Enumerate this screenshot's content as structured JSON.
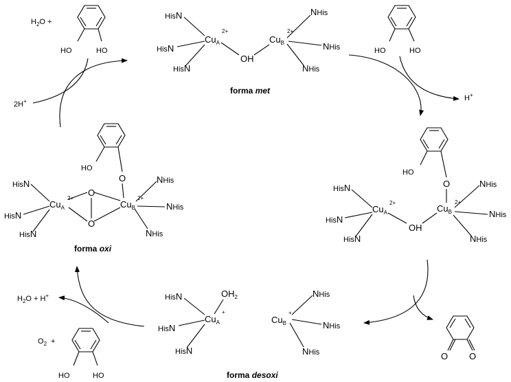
{
  "diagram": {
    "states": {
      "met": {
        "prefix": "forma ",
        "name": "met"
      },
      "oxi": {
        "prefix": "forma ",
        "name": "oxi"
      },
      "desoxi": {
        "prefix": "forma ",
        "name": "desoxi"
      }
    },
    "labels": {
      "his": "His",
      "n": "N",
      "cu": "Cu",
      "a": "A",
      "b": "B",
      "charge2": "2+",
      "charge1": "+",
      "oh": "OH",
      "ho": "HO",
      "o": "O",
      "oh2": "OH",
      "oh2_sub": "2"
    },
    "reagents": {
      "h2o_top": {
        "h": "H",
        "sub": "2",
        "o": "O +"
      },
      "two_h": {
        "main": "2H",
        "sup": "+"
      },
      "h_plus_right": {
        "main": "H",
        "sup": "+"
      },
      "h2o_h_bottom": {
        "h": "H",
        "sub": "2",
        "rest": "O + H",
        "sup": "+"
      },
      "o2": {
        "o": "O",
        "sub": "2",
        "plus": "+"
      }
    }
  }
}
